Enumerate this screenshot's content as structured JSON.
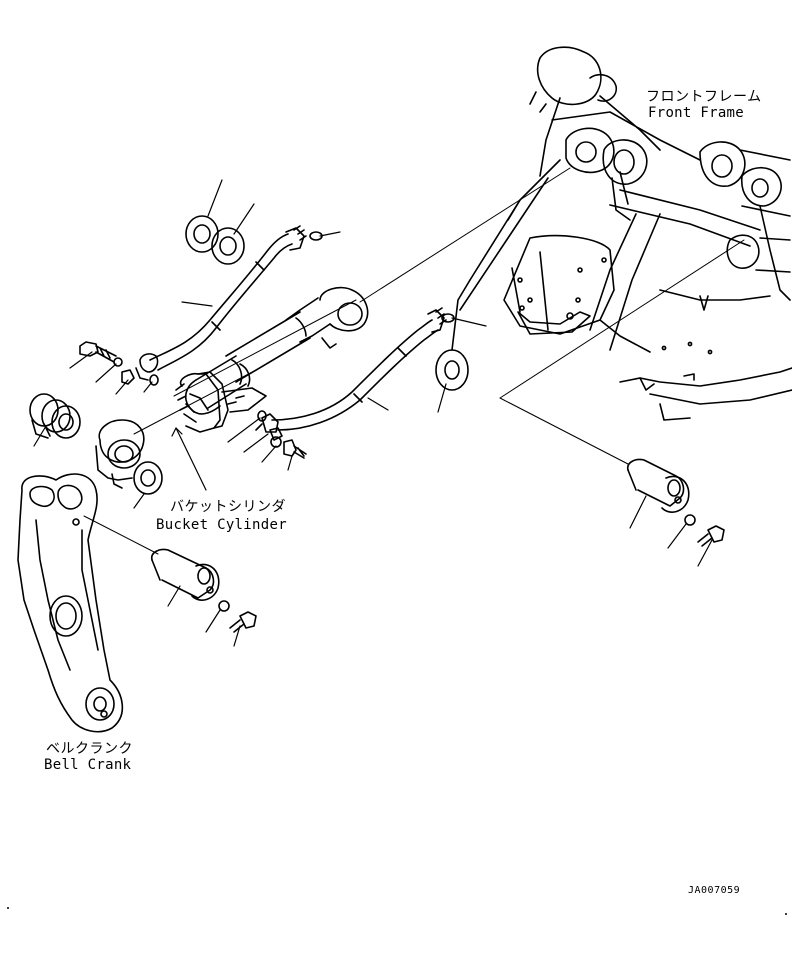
{
  "labels": {
    "front_frame_jp": "フロントフレーム",
    "front_frame_en": "Front Frame",
    "bucket_cylinder_jp": "バケットシリンダ",
    "bucket_cylinder_en": "Bucket Cylinder",
    "bell_crank_jp": "ベルクランク",
    "bell_crank_en": "Bell Crank",
    "drawing_code": "JA007059"
  },
  "colors": {
    "line": "#000000",
    "background": "#ffffff"
  }
}
